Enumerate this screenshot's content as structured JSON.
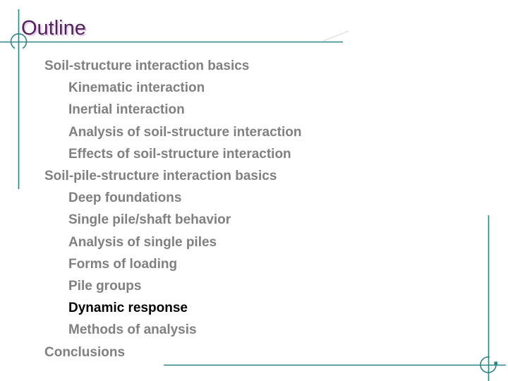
{
  "slide": {
    "title": "Outline",
    "colors": {
      "background": "#ffffff",
      "title": "#53225e",
      "title_shadow": "#e6cde8",
      "accent_line": "#2b8486",
      "faint_tick": "#d9d9d9",
      "list_text": "#808080",
      "highlight_text": "#000000"
    },
    "outline_items": [
      {
        "label": "Soil-structure interaction basics",
        "level": 1,
        "emphasis": false
      },
      {
        "label": "Kinematic interaction",
        "level": 2,
        "emphasis": false
      },
      {
        "label": "Inertial interaction",
        "level": 2,
        "emphasis": false
      },
      {
        "label": "Analysis of soil-structure interaction",
        "level": 2,
        "emphasis": false
      },
      {
        "label": "Effects of soil-structure interaction",
        "level": 2,
        "emphasis": false
      },
      {
        "label": "Soil-pile-structure interaction basics",
        "level": 1,
        "emphasis": false
      },
      {
        "label": "Deep foundations",
        "level": 2,
        "emphasis": false
      },
      {
        "label": "Single pile/shaft behavior",
        "level": 2,
        "emphasis": false
      },
      {
        "label": "Analysis of single piles",
        "level": 2,
        "emphasis": false
      },
      {
        "label": "Forms of loading",
        "level": 2,
        "emphasis": false
      },
      {
        "label": "Pile groups",
        "level": 2,
        "emphasis": false
      },
      {
        "label": "Dynamic response",
        "level": 2,
        "emphasis": true
      },
      {
        "label": "Methods of analysis",
        "level": 2,
        "emphasis": false
      },
      {
        "label": "Conclusions",
        "level": 1,
        "emphasis": false
      }
    ]
  }
}
